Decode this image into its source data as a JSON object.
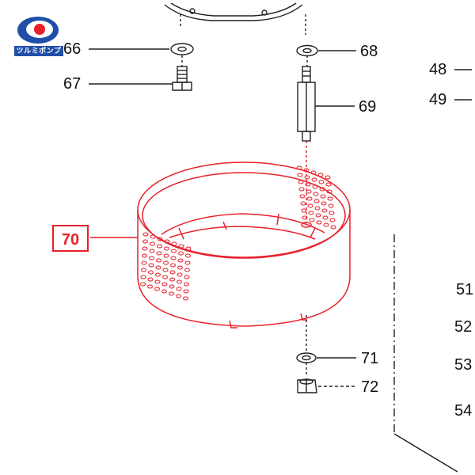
{
  "brand": {
    "logo_text": "ツルミポンプ",
    "colors": {
      "primary": "#1f4fa8",
      "accent": "#e8202a"
    }
  },
  "highlight_color": "#e8202a",
  "callouts": [
    {
      "id": "66",
      "label": "66"
    },
    {
      "id": "67",
      "label": "67"
    },
    {
      "id": "68",
      "label": "68"
    },
    {
      "id": "69",
      "label": "69"
    },
    {
      "id": "48",
      "label": "48"
    },
    {
      "id": "49",
      "label": "49"
    },
    {
      "id": "70",
      "label": "70",
      "highlighted": true
    },
    {
      "id": "71",
      "label": "71"
    },
    {
      "id": "72",
      "label": "72"
    },
    {
      "id": "51",
      "label": "51"
    },
    {
      "id": "52",
      "label": "52"
    },
    {
      "id": "53",
      "label": "53"
    },
    {
      "id": "54",
      "label": "54"
    }
  ]
}
